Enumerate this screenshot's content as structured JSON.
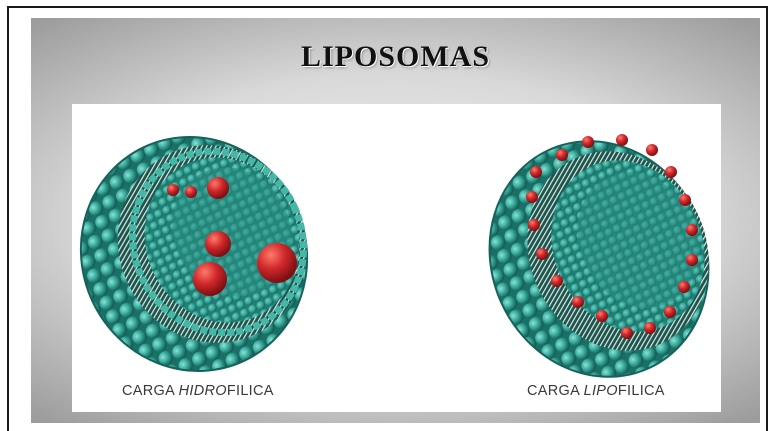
{
  "slide": {
    "title": "LIPOSOMAS"
  },
  "captions": {
    "left": {
      "prefix": "CARGA ",
      "emphasis": "HIDRO",
      "suffix": "FILICA"
    },
    "right": {
      "prefix": "CARGA ",
      "emphasis": "LIPO",
      "suffix": "FILICA"
    }
  },
  "colors": {
    "lipid_head": "#3fb3a3",
    "lipid_head_dark": "#1d7f74",
    "interior": "#2b8d82",
    "cargo": "#c8262a"
  }
}
